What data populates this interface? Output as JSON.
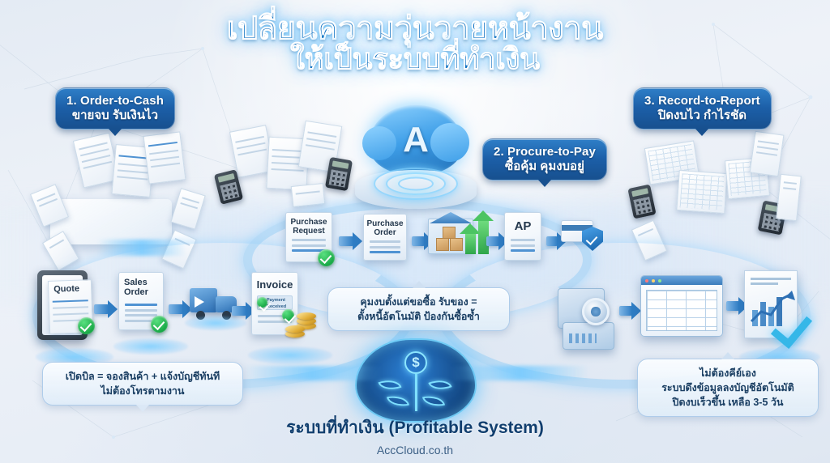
{
  "title": {
    "line1": "เปลี่ยนความวุ่นวายหน้างาน",
    "line2": "ให้เป็นระบบที่ทำเงิน"
  },
  "brand": {
    "logo_letter": "A",
    "logo_name": "acccloud-logo",
    "hub_letter": "A"
  },
  "pills": [
    {
      "id": "order-to-cash",
      "en": "1. Order-to-Cash",
      "th": "ขายจบ รับเงินไว"
    },
    {
      "id": "procure-to-pay",
      "en": "2. Procure-to-Pay",
      "th": "ซื้อคุ้ม คุมงบอยู่"
    },
    {
      "id": "record-to-report",
      "en": "3. Record-to-Report",
      "th": "ปิดงบไว กำไรชัด"
    }
  ],
  "captions": {
    "order_to_cash": {
      "line1": "เปิดบิล = จองสินค้า + แจ้งบัญชีทันที",
      "line2": "ไม่ต้องโทรตามงาน"
    },
    "procure_to_pay": {
      "line1": "คุมงบตั้งแต่ขอซื้อ รับของ =",
      "line2": "ตั้งหนี้อัตโนมัติ ป้องกันซื้อซ้ำ"
    },
    "record_to_report": {
      "line1": "ไม่ต้องคีย์เอง",
      "line2": "ระบบดึงข้อมูลลงบัญชีอัตโนมัติ",
      "line3": "ปิดงบเร็วขึ้น เหลือ 3-5 วัน"
    }
  },
  "flows": {
    "order_to_cash": [
      {
        "label": "Quote",
        "icon": "tablet-quote-icon"
      },
      {
        "label": "Sales\nOrder",
        "icon": "sales-order-document-icon"
      },
      {
        "label": "",
        "icon": "delivery-truck-icon"
      },
      {
        "label": "Invoice",
        "icon": "invoice-document-icon",
        "sub": "Payment Received"
      }
    ],
    "procure_to_pay": [
      {
        "label": "Purchase\nRequest",
        "icon": "purchase-request-clipboard-icon"
      },
      {
        "label": "Purchase\nOrder",
        "icon": "purchase-order-document-icon"
      },
      {
        "label": "",
        "icon": "warehouse-goods-receipt-icon"
      },
      {
        "label": "AP",
        "icon": "accounts-payable-document-icon"
      },
      {
        "label": "",
        "icon": "secure-payment-card-icon"
      }
    ],
    "record_to_report": [
      {
        "label": "",
        "icon": "server-gear-engine-icon"
      },
      {
        "label": "",
        "icon": "ledger-table-window-icon"
      },
      {
        "label": "",
        "icon": "financial-report-chart-icon"
      }
    ]
  },
  "chaos_piles": [
    {
      "id": "sales-paper-pile",
      "icon": "messy-sales-documents-icon"
    },
    {
      "id": "purchase-paper-pile",
      "icon": "messy-purchase-documents-icon"
    },
    {
      "id": "ledger-paper-pile",
      "icon": "messy-ledger-books-icon"
    }
  ],
  "footer": {
    "main": "ระบบที่ทำเงิน (Profitable System)",
    "sub": "AccCloud.co.th"
  },
  "colors": {
    "accent_blue": "#1c5fa8",
    "glow_cyan": "#6ec8ff",
    "check_green": "#18a846",
    "coin_gold": "#e0ac35",
    "title_blue": "#0e6fc0"
  }
}
